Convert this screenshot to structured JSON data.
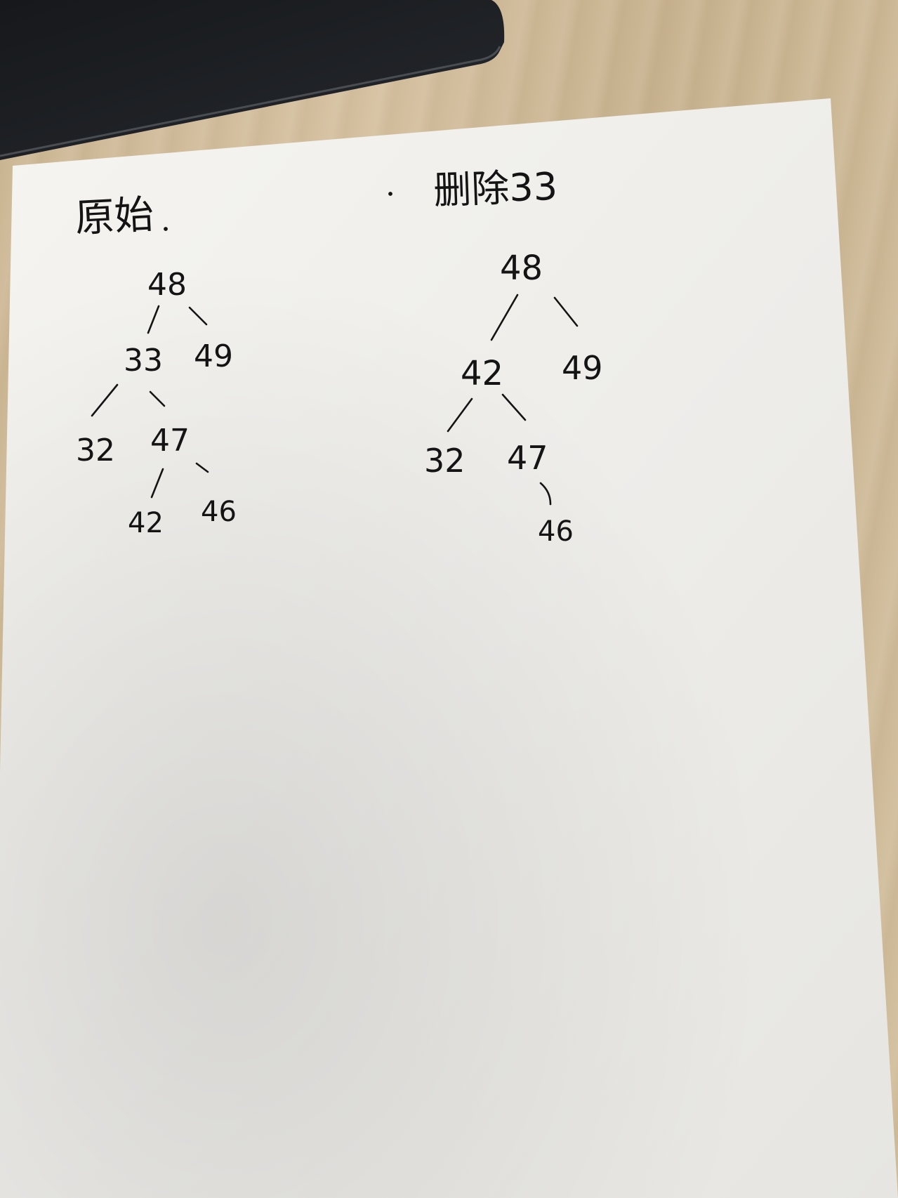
{
  "left_panel": {
    "heading": "原始",
    "tree": {
      "root": "48",
      "level1_left": "33",
      "level1_right": "49",
      "level2_left": "32",
      "level2_right": "47",
      "level3_left": "42",
      "level3_right": "46"
    }
  },
  "right_panel": {
    "heading": "删除33",
    "tree": {
      "root": "48",
      "level1_left": "42",
      "level1_right": "49",
      "level2_left": "32",
      "level2_right": "47",
      "level3_right": "46"
    }
  },
  "colors": {
    "ink": "#141414",
    "paper": "#f4f3ef",
    "laptop": "#1d1f23"
  }
}
